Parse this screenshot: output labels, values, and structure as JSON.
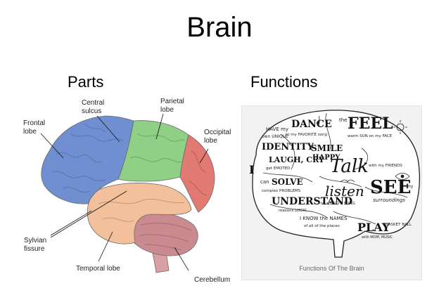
{
  "slide": {
    "title": "Brain"
  },
  "parts": {
    "heading": "Parts",
    "labels": {
      "frontal_1": "Frontal",
      "frontal_2": "lobe",
      "central_1": "Central",
      "central_2": "sulcus",
      "parietal_1": "Parietal",
      "parietal_2": "lobe",
      "occipital_1": "Occipital",
      "occipital_2": "lobe",
      "sylvian_1": "Sylvian",
      "sylvian_2": "fissure",
      "temporal": "Temporal lobe",
      "cerebellum": "Cerebellum"
    },
    "colors": {
      "frontal": "#6f8fd0",
      "parietal": "#8fcf86",
      "occipital": "#e07a72",
      "temporal": "#f2c09a",
      "cerebellum": "#c98a90",
      "brainstem": "#d8a0a2"
    }
  },
  "functions": {
    "heading": "Functions",
    "caption": "Functions Of The Brain",
    "words": {
      "have": "HAVE my",
      "unique": "own UNIQUE",
      "dance": "DANCE",
      "favorite": "to my FAVORITE song",
      "feel": "FEEL",
      "the": "the",
      "warm": "warm SUN on my FACE",
      "identity": "IDENTITY",
      "laugh": "LAUGH, CRY",
      "emotions": "get EMOTED",
      "smile": "SMILE",
      "happy": "HAPPY",
      "talk": "Talk",
      "with_friends": "with my FRIENDS",
      "i": "I",
      "can": "can",
      "solve": "SOLVE",
      "problems": "complex PROBLEMS",
      "understand": "UNDERSTAND",
      "logic": "reasons LOGIC",
      "listen": "listen",
      "birds": "to a BIRD'S SONG",
      "see": "SEE",
      "my": "my",
      "surroundings": "surroundings",
      "know_names": "I KNOW the NAMES",
      "places": "of all of the places",
      "play": "PLAY",
      "basketball": "BASKET BALL",
      "extra": "with MOM, MUSIC"
    }
  }
}
